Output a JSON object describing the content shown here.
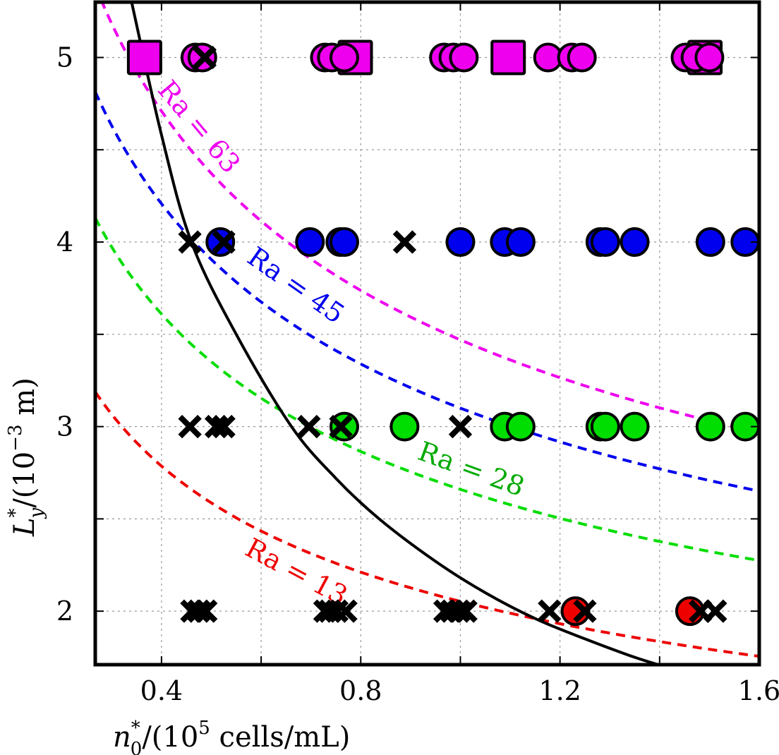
{
  "chart_data": {
    "type": "scatter",
    "title": "",
    "xlabel": "n_0^*/(10^5 cells/mL)",
    "xlabel_parts": {
      "sym": "n",
      "sup": "*",
      "sub": "0",
      "rest": "/(10",
      "exp": "5",
      "tail": " cells/mL)"
    },
    "ylabel": "L_y^*/(10^-3 m)",
    "ylabel_parts": {
      "sym": "L",
      "sup": "*",
      "sub": "y",
      "rest": "/(10",
      "exp": "−3",
      "tail": " m)"
    },
    "xlim": [
      0.267,
      1.6
    ],
    "ylim": [
      1.71,
      5.3
    ],
    "xticks": [
      0.4,
      0.8,
      1.2,
      1.6
    ],
    "xtick_labels": [
      "0.4",
      "0.8",
      "1.2",
      "1.6"
    ],
    "xgrid": [
      0.4,
      0.6,
      0.8,
      1.0,
      1.2,
      1.4,
      1.6
    ],
    "yticks": [
      2,
      3,
      4,
      5
    ],
    "ytick_labels": [
      "2",
      "3",
      "4",
      "5"
    ],
    "ygrid": [
      2,
      2.5,
      3,
      3.5,
      4,
      4.5,
      5
    ],
    "grid": true,
    "legend": "none",
    "colors": {
      "Ra13": "#ee0000",
      "Ra28": "#00dd00",
      "Ra45": "#0000ee",
      "Ra63": "#ee00ee",
      "label28": "#00aa00"
    },
    "iso_curves": [
      {
        "name": "Ra = 13",
        "label": "Ra = 13",
        "color_key": "Ra13",
        "label_color_key": "Ra13",
        "form": "C*x^(-1/3)",
        "C": 2.053
      },
      {
        "name": "Ra = 28",
        "label": "Ra = 28",
        "color_key": "Ra28",
        "label_color_key": "label28",
        "form": "C*x^(-1/3)",
        "C": 2.66
      },
      {
        "name": "Ra = 45",
        "label": "Ra = 45",
        "color_key": "Ra45",
        "label_color_key": "Ra45",
        "form": "C*x^(-1/3)",
        "C": 3.1
      },
      {
        "name": "Ra = 63",
        "label": "Ra = 63",
        "color_key": "Ra63",
        "label_color_key": "Ra63",
        "form": "C*x^(-1/3)",
        "C": 3.47
      }
    ],
    "critical_curve": {
      "name": "critical boundary (solid black)",
      "x": [
        0.34,
        0.4,
        0.46,
        0.55,
        0.661,
        0.75,
        0.837,
        0.95,
        1.05,
        1.15,
        1.25,
        1.35,
        1.41
      ],
      "y": [
        5.3,
        4.58,
        4.0,
        3.5,
        3.0,
        2.72,
        2.5,
        2.27,
        2.1,
        1.96,
        1.85,
        1.75,
        1.7
      ]
    },
    "series": [
      {
        "name": "circles L=5",
        "marker": "circle",
        "color_key": "Ra63",
        "y": 5,
        "x": [
          0.468,
          0.482,
          0.728,
          0.742,
          0.767,
          0.967,
          0.986,
          1.007,
          1.176,
          1.224,
          1.244,
          1.452,
          1.472,
          1.5
        ]
      },
      {
        "name": "squares L=5",
        "marker": "square",
        "color_key": "Ra63",
        "y": 5,
        "x": [
          0.366,
          0.789,
          1.096,
          1.491
        ]
      },
      {
        "name": "circles L=4",
        "marker": "circle",
        "color_key": "Ra45",
        "y": 4,
        "x": [
          0.518,
          0.698,
          0.759,
          0.767,
          1.0,
          1.089,
          1.121,
          1.281,
          1.291,
          1.35,
          1.502,
          1.572
        ]
      },
      {
        "name": "circles L=3",
        "marker": "circle",
        "color_key": "Ra28",
        "y": 3,
        "x": [
          0.767,
          0.888,
          1.089,
          1.121,
          1.281,
          1.291,
          1.35,
          1.502,
          1.572
        ]
      },
      {
        "name": "circles L=2",
        "marker": "circle",
        "color_key": "Ra13",
        "y": 2,
        "x": [
          1.231,
          1.461
        ]
      },
      {
        "name": "crosses L=5",
        "marker": "cross",
        "y": 5,
        "x": [
          0.487
        ]
      },
      {
        "name": "crosses L=4",
        "marker": "cross",
        "y": 4,
        "x": [
          0.457,
          0.525,
          0.888
        ]
      },
      {
        "name": "crosses L=3",
        "marker": "cross",
        "y": 3,
        "x": [
          0.457,
          0.51,
          0.525,
          0.696,
          0.76,
          1.0
        ]
      },
      {
        "name": "crosses L=2",
        "marker": "cross",
        "y": 2,
        "x": [
          0.461,
          0.475,
          0.489,
          0.728,
          0.738,
          0.752,
          0.77,
          0.969,
          0.983,
          0.997,
          1.011,
          1.179,
          1.25,
          1.482,
          1.512
        ]
      }
    ]
  }
}
